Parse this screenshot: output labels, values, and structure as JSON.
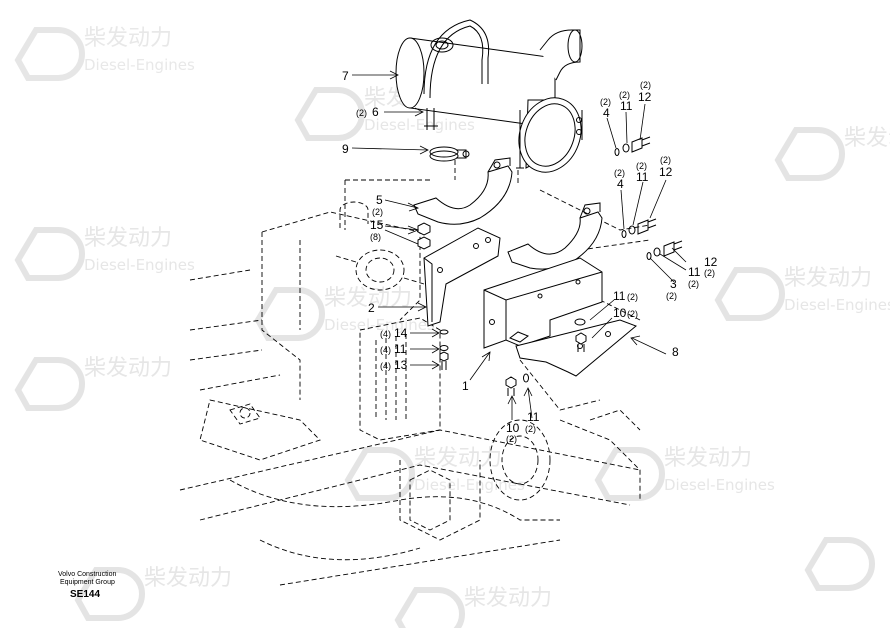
{
  "watermark": {
    "brand_cn": "柴发动力",
    "brand_en": "Diesel-Engines"
  },
  "footer": {
    "company_line1": "Volvo Construction",
    "company_line2": "Equipment Group",
    "code": "SE144"
  },
  "callouts": {
    "c7": "7",
    "c6": "6",
    "c6_qty": "(2)",
    "c9": "9",
    "c5": "5",
    "c5_qty": "(2)",
    "c15": "15",
    "c15_qty": "(8)",
    "c2": "2",
    "c14": "14",
    "c14_qty": "(4)",
    "c11a": "11",
    "c11a_qty": "(4)",
    "c13": "13",
    "c13_qty": "(4)",
    "c1": "1",
    "c10a": "10",
    "c10a_qty": "(2)",
    "c11b": "11",
    "c11b_qty": "(2)",
    "c8": "8",
    "c10b": "10",
    "c10b_qty": "(2)",
    "c11c": "11",
    "c11c_qty": "(2)",
    "tr_4": "4",
    "tr_4_qty": "(2)",
    "tr_11": "11",
    "tr_11_qty": "(2)",
    "tr_12": "12",
    "tr_12_qty": "(2)",
    "mr_4": "4",
    "mr_4_qty": "(2)",
    "mr_11": "11",
    "mr_11_qty": "(2)",
    "mr_12": "12",
    "mr_12_qty": "(2)",
    "lr_12": "12",
    "lr_12_qty": "(2)",
    "lr_11": "11",
    "lr_11_qty": "(2)",
    "lr_3": "3",
    "lr_3_qty": "(2)"
  }
}
